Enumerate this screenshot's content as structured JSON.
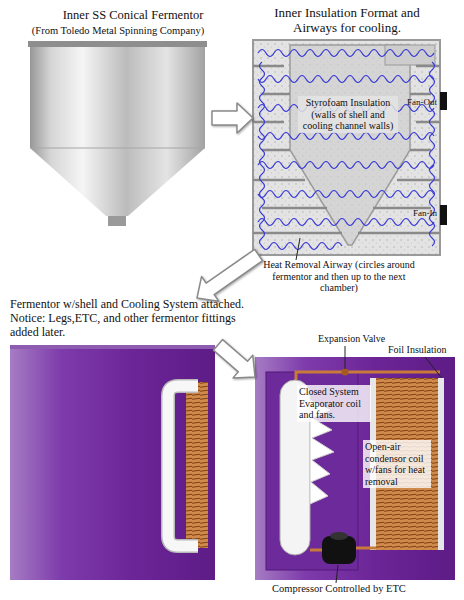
{
  "diagram": {
    "nodes": [
      {
        "text": [
          "Inner SS Conical Fermentor",
          "(From Toledo Metal Spinning Company)"
        ]
      },
      {
        "text": [
          "Inner Insulation Format and Airways for cooling.",
          "Styrofoam Insulation (walls of shell and cooling channel walls)",
          "Fan-Out",
          "Fan-In"
        ]
      },
      {
        "text": [
          "Fermentor w/shell and Cooling System attached. Notice: Legs,ETC, and other fermentor fittings added later."
        ]
      },
      {
        "text": [
          "Closed System Evaporator coil and fans.",
          "Open-air condensor coil w/fans for heat removal"
        ]
      }
    ],
    "edges": [
      {
        "from": 0,
        "to": 1,
        "arrow": "to"
      },
      {
        "from": 1,
        "to": 2,
        "arrow": "to"
      },
      {
        "from": 2,
        "to": 3,
        "arrow": "to"
      }
    ],
    "labels": [
      "Heat Removal Airway (circles around fermentor and then up to the next chamber)",
      "Expansion Valve",
      "Foil Insulation",
      "Compressor Controlled by ETC"
    ]
  }
}
